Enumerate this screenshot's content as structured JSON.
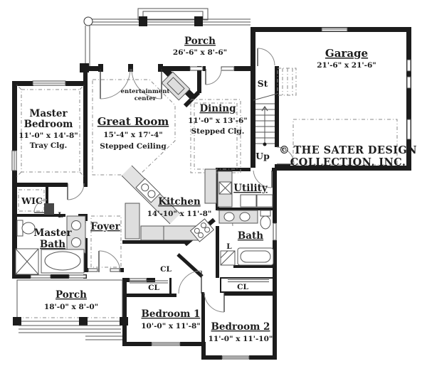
{
  "copyright": {
    "line1": "© THE SATER DESIGN",
    "line2": "COLLECTION, INC."
  },
  "rooms": {
    "porch_upper": {
      "name": "Porch",
      "dims": "26'-6\" x 8'-6\""
    },
    "garage": {
      "name": "Garage",
      "dims": "21'-6\" x 21'-6\""
    },
    "master_bedroom": {
      "name_line1": "Master",
      "name_line2": "Bedroom",
      "dims": "11'-0\" x 14'-8\"",
      "note": "Tray Clg."
    },
    "great_room": {
      "name": "Great Room",
      "dims": "15'-4\" x 17'-4\"",
      "note": "Stepped Ceiling"
    },
    "entertainment_center": {
      "line1": "entertainment",
      "line2": "center"
    },
    "dining": {
      "name": "Dining",
      "dims": "11'-0\" x 13'-6\"",
      "note": "Stepped Clg."
    },
    "kitchen": {
      "name": "Kitchen",
      "dims": "14'-10\" x 11'-8\""
    },
    "utility": {
      "name": "Utility"
    },
    "bath": {
      "name": "Bath"
    },
    "master_bath": {
      "name_line1": "Master",
      "name_line2": "Bath"
    },
    "wic": {
      "name": "WIC"
    },
    "foyer": {
      "name": "Foyer"
    },
    "porch_lower": {
      "name": "Porch",
      "dims": "18'-0\" x 8'-0\""
    },
    "bedroom_1": {
      "name": "Bedroom 1",
      "dims": "10'-0\" x 11'-8\""
    },
    "bedroom_2": {
      "name": "Bedroom 2",
      "dims": "11'-0\" x 11'-10\""
    }
  },
  "stairs": {
    "label_top": "St",
    "label_bottom": "Up"
  },
  "closets": {
    "closet": "CL",
    "linen": "L"
  },
  "colors": {
    "wall": "#1c1c1c",
    "text": "#1e1e1e",
    "fixture_fill": "#dedede",
    "dash_line": "#8a8a8a",
    "background": "#ffffff"
  }
}
